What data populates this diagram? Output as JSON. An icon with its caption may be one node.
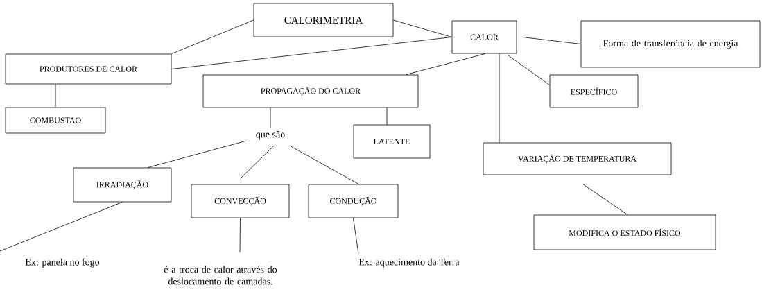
{
  "diagram": {
    "nodes": [
      {
        "text": [
          "CALORIMETRIA"
        ]
      },
      {
        "text": [
          "CALOR"
        ]
      },
      {
        "text": [
          "Forma de transferência de energia"
        ]
      },
      {
        "text": [
          "PRODUTORES DE CALOR"
        ]
      },
      {
        "text": [
          "COMBUSTAO"
        ]
      },
      {
        "text": [
          "PROPAGAÇÃO DO CALOR"
        ]
      },
      {
        "text": [
          "ESPECÍFICO"
        ]
      },
      {
        "text": [
          "que são"
        ]
      },
      {
        "text": [
          "LATENTE"
        ]
      },
      {
        "text": [
          "VARIAÇÃO DE TEMPERATURA"
        ]
      },
      {
        "text": [
          "IRRADIAÇÃO"
        ]
      },
      {
        "text": [
          "CONVECÇÃO"
        ]
      },
      {
        "text": [
          "CONDUÇÃO"
        ]
      },
      {
        "text": [
          "MODIFICA O ESTADO FÍSICO"
        ]
      },
      {
        "text": [
          "Ex: panela no fogo"
        ]
      },
      {
        "text": [
          "é a troca de calor através do deslocamento de camadas."
        ]
      },
      {
        "text": [
          "Ex: aquecimento da Terra"
        ]
      }
    ],
    "edges": [
      {
        "from": 0,
        "to": 3,
        "arrow": "none"
      },
      {
        "from": 0,
        "to": 1,
        "arrow": "none"
      },
      {
        "from": 3,
        "to": 1,
        "arrow": "none"
      },
      {
        "from": 1,
        "to": 2,
        "arrow": "none"
      },
      {
        "from": 1,
        "to": 5,
        "arrow": "none"
      },
      {
        "from": 1,
        "to": 6,
        "arrow": "none"
      },
      {
        "from": 1,
        "to": 9,
        "arrow": "none"
      },
      {
        "from": 3,
        "to": 4,
        "arrow": "none"
      },
      {
        "from": 5,
        "to": 7,
        "arrow": "none"
      },
      {
        "from": 5,
        "to": 8,
        "arrow": "none"
      },
      {
        "from": 7,
        "to": 10,
        "arrow": "none"
      },
      {
        "from": 7,
        "to": 11,
        "arrow": "none"
      },
      {
        "from": 7,
        "to": 12,
        "arrow": "none"
      },
      {
        "from": 10,
        "to": 14,
        "arrow": "none"
      },
      {
        "from": 11,
        "to": 15,
        "arrow": "none"
      },
      {
        "from": 12,
        "to": 16,
        "arrow": "none"
      },
      {
        "from": 9,
        "to": 13,
        "arrow": "none"
      }
    ]
  }
}
